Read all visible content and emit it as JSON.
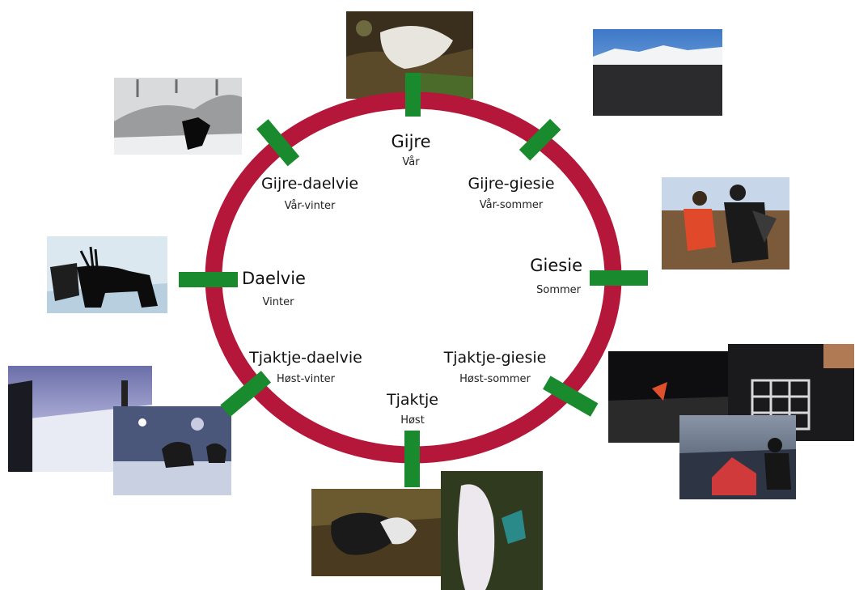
{
  "colors": {
    "ring": "#b4173a",
    "marker": "#1a8a2e",
    "background": "#ffffff"
  },
  "seasons": [
    {
      "id": "gijre",
      "name": "Gijre",
      "sub": "Vår"
    },
    {
      "id": "gijre-giesie",
      "name": "Gijre-giesie",
      "sub": "Vår-sommer"
    },
    {
      "id": "giesie",
      "name": "Giesie",
      "sub": "Sommer"
    },
    {
      "id": "tjaktje-giesie",
      "name": "Tjaktje-giesie",
      "sub": "Høst-sommer"
    },
    {
      "id": "tjaktje",
      "name": "Tjaktje",
      "sub": "Høst"
    },
    {
      "id": "tjaktje-daelvie",
      "name": "Tjaktje-daelvie",
      "sub": "Høst-vinter"
    },
    {
      "id": "daelvie",
      "name": "Daelvie",
      "sub": "Vinter"
    },
    {
      "id": "gijre-daelvie",
      "name": "Gijre-daelvie",
      "sub": "Vår-vinter"
    }
  ],
  "photos": [
    {
      "id": "spring-reindeer",
      "subject": "reindeer calf on spring ground"
    },
    {
      "id": "mountain-sky",
      "subject": "snowy mountain under blue sky"
    },
    {
      "id": "summer-marking",
      "subject": "people working on the tundra"
    },
    {
      "id": "late-summer-corral",
      "subject": "corral and boat on lake"
    },
    {
      "id": "autumn-slaughter",
      "subject": "reindeer in autumn"
    },
    {
      "id": "autumn-winter-herd",
      "subject": "reindeer herd in snow at dusk"
    },
    {
      "id": "winter-bull",
      "subject": "reindeer bull in winter"
    },
    {
      "id": "late-winter-forest",
      "subject": "snowy forest with reindeer"
    }
  ]
}
